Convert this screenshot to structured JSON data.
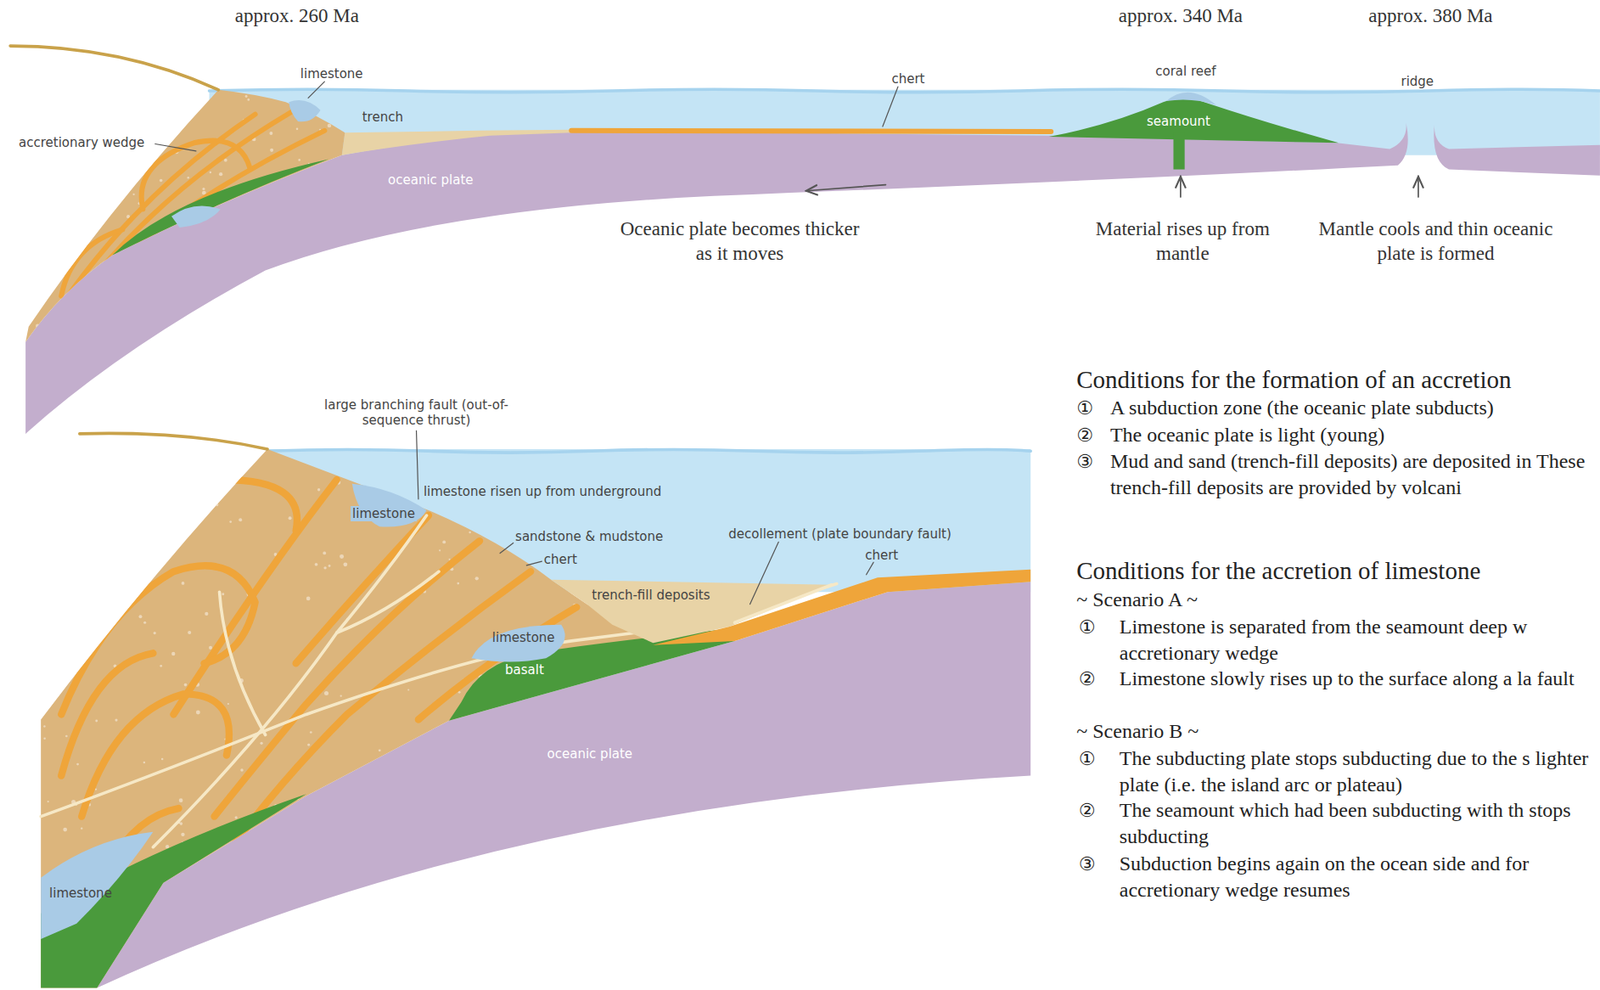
{
  "diagram": {
    "labels": [
      "approx. 260 Ma",
      "approx. 340 Ma",
      "approx. 380 Ma",
      "limestone",
      "trench",
      "accretionary wedge",
      "oceanic plate",
      "chert",
      "coral reef",
      "seamount",
      "ridge",
      "Oceanic plate becomes thicker as it moves",
      "Material rises up from mantle",
      "Mantle cools and thin oceanic plate is formed",
      "large branching fault (out-of-sequence thrust)",
      "limestone risen up from underground",
      "limestone",
      "sandstone & mudstone",
      "chert",
      "decollement (plate boundary fault)",
      "chert",
      "trench-fill deposits",
      "limestone",
      "basalt",
      "oceanic plate",
      "limestone",
      "Conditions for the formation of an accretion",
      "①",
      "A subduction zone (the oceanic plate subducts)",
      "②",
      "The oceanic plate is light (young)",
      "③",
      "Mud and sand (trench-fill deposits) are deposited in These trench-fill deposits are provided by volcani",
      "Conditions for the accretion of limestone",
      "~ Scenario A ~",
      "①",
      "Limestone is separated from the seamount deep w accretionary wedge",
      "②",
      "Limestone slowly rises up to the surface along a la fault",
      "~ Scenario B ~",
      "①",
      "The subducting plate stops subducting due to the s lighter plate (i.e. the island arc or plateau)",
      "②",
      "The seamount which had been subducting with th stops subducting",
      "③",
      "Subduction begins again on the ocean side and for accretionary wedge resumes"
    ]
  }
}
